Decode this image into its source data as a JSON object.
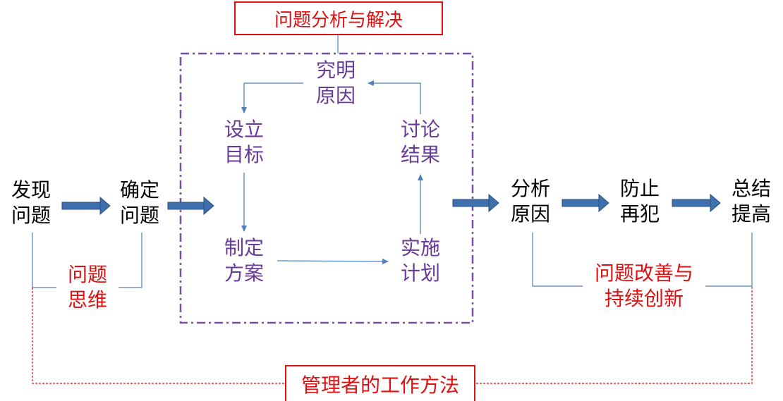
{
  "title_box": "问题分析与解决",
  "footer_box": "管理者的工作方法",
  "main_flow": {
    "discover": "发现\n问题",
    "confirm": "确定\n问题",
    "analyze": "分析\n原因",
    "prevent": "防止\n再犯",
    "summary": "总结\n提高"
  },
  "cycle": {
    "find_cause": "究明\n原因",
    "set_goal": "设立\n目标",
    "discuss": "讨论\n结果",
    "make_plan": "制定\n方案",
    "implement": "实施\n计划"
  },
  "labels": {
    "problem_thinking": "问题\n思维",
    "improve_innovate": "问题改善与\n持续创新"
  },
  "colors": {
    "red": "#e01010",
    "purple": "#6a3a99",
    "blue_arrow": "#3f6fad",
    "line_blue": "#4f81bd"
  }
}
